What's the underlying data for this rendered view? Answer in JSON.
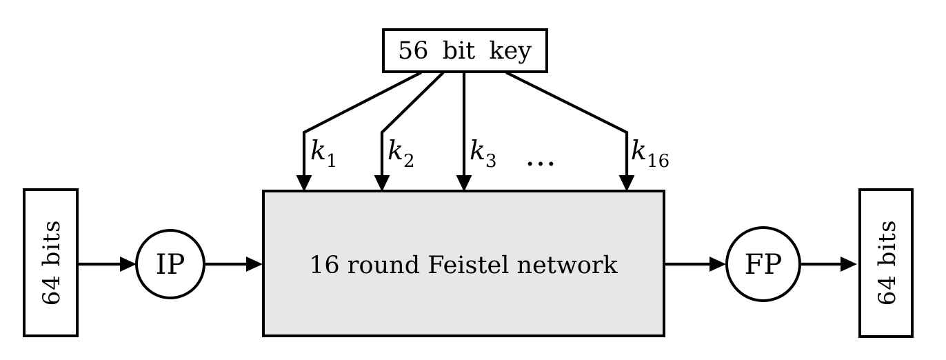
{
  "diagram": {
    "nodes": {
      "key_box": {
        "label": "56 bit key"
      },
      "feistel_box": {
        "label": "16 round Feistel network"
      },
      "input_box": {
        "label": "64 bits"
      },
      "output_box": {
        "label": "64 bits"
      },
      "ip_node": {
        "label": "IP"
      },
      "fp_node": {
        "label": "FP"
      }
    },
    "subkeys": {
      "items": [
        {
          "base": "k",
          "sub": "1"
        },
        {
          "base": "k",
          "sub": "2"
        },
        {
          "base": "k",
          "sub": "3"
        },
        {
          "base": "k",
          "sub": "16"
        }
      ],
      "ellipsis": "…"
    },
    "colors": {
      "stroke": "#000000",
      "feistel_fill": "#e7e7e7",
      "node_fill": "#ffffff",
      "background": "#ffffff"
    }
  }
}
